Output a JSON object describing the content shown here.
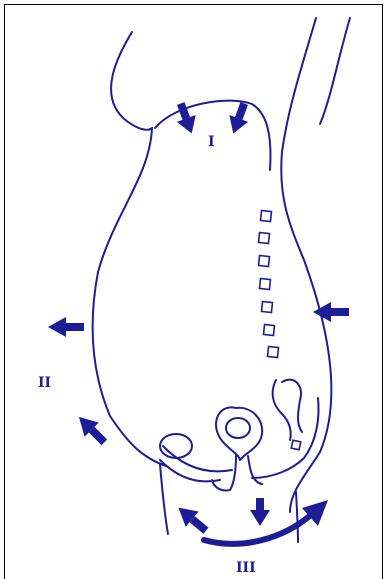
{
  "diagram": {
    "labels": {
      "region_1": "I",
      "region_2": "II",
      "region_3": "III"
    },
    "colors": {
      "ink": "#1d1d96",
      "frame": "#000000",
      "background": "#ffffff"
    },
    "arrows": {
      "top_left": "arrow-down-icon",
      "top_right": "arrow-down-icon",
      "left_upper": "arrow-left-icon",
      "left_lower": "arrow-down-left-icon",
      "right": "arrow-left-icon",
      "bottom_left": "arrow-down-left-icon",
      "bottom_center": "arrow-down-icon",
      "bottom_curved": "curved-arrow-icon"
    }
  }
}
